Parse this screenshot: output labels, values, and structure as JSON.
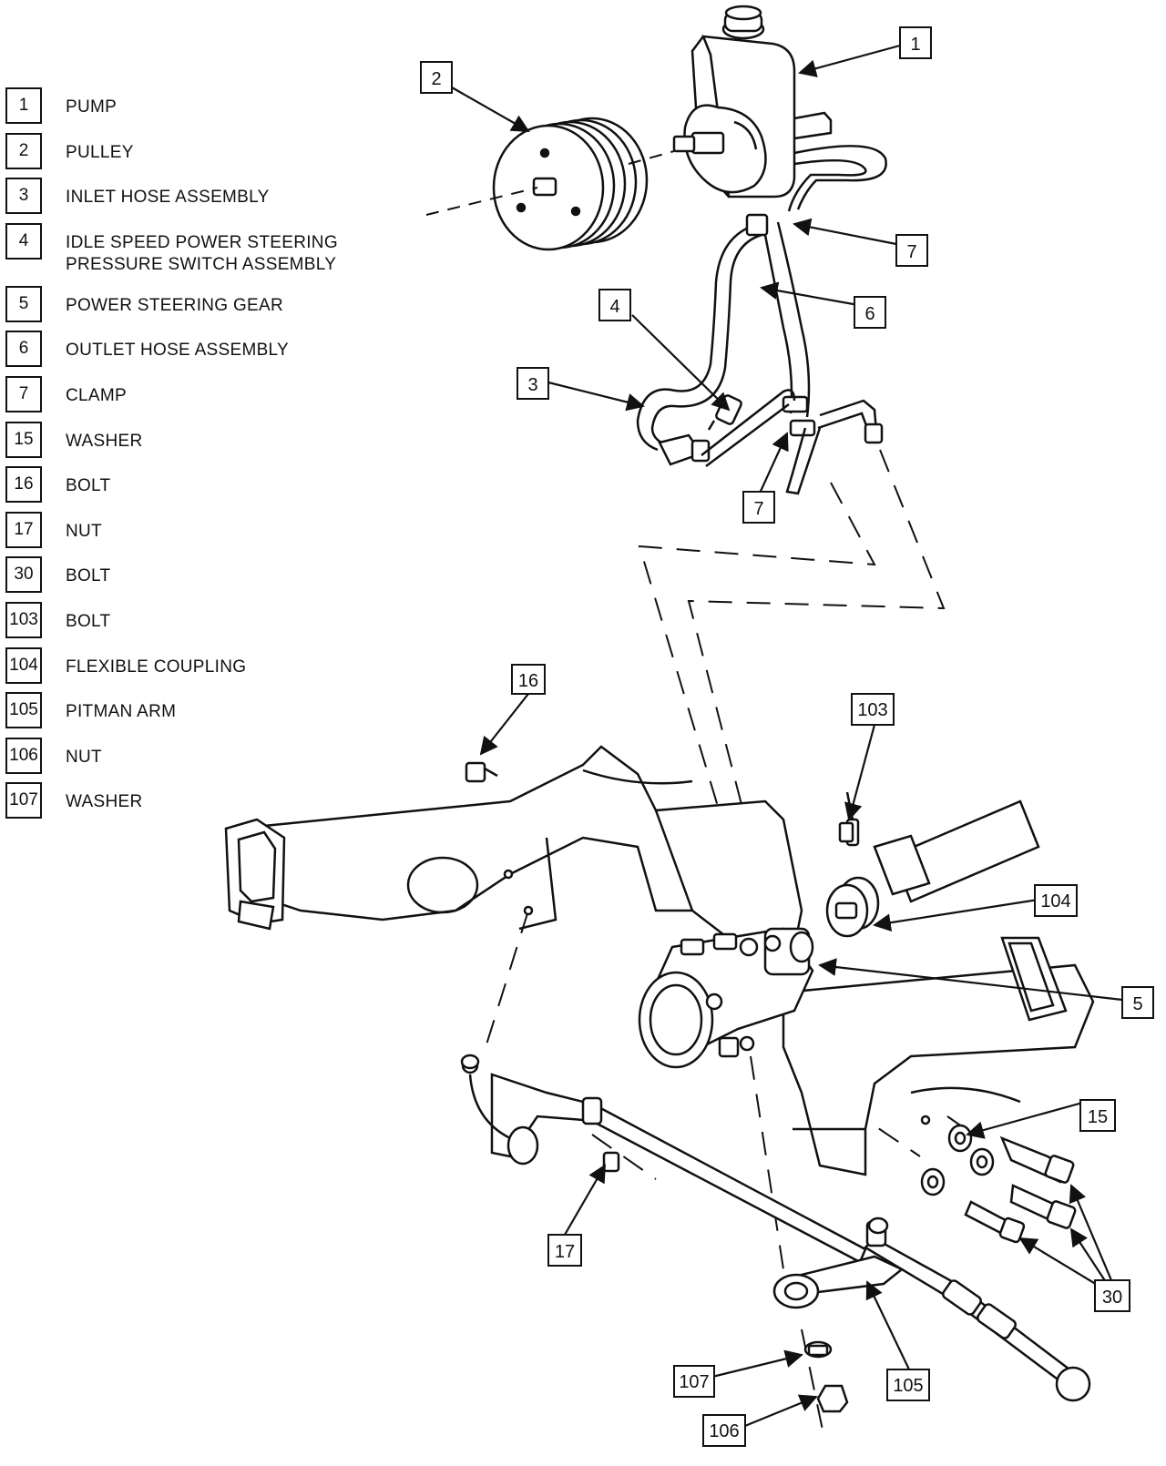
{
  "legend": [
    {
      "num": "1",
      "text": "PUMP"
    },
    {
      "num": "2",
      "text": "PULLEY"
    },
    {
      "num": "3",
      "text": "INLET HOSE ASSEMBLY"
    },
    {
      "num": "4",
      "text": "IDLE SPEED POWER STEERING\nPRESSURE SWITCH ASSEMBLY"
    },
    {
      "num": "5",
      "text": "POWER STEERING GEAR"
    },
    {
      "num": "6",
      "text": "OUTLET HOSE ASSEMBLY"
    },
    {
      "num": "7",
      "text": "CLAMP"
    },
    {
      "num": "15",
      "text": "WASHER"
    },
    {
      "num": "16",
      "text": "BOLT"
    },
    {
      "num": "17",
      "text": "NUT"
    },
    {
      "num": "30",
      "text": "BOLT"
    },
    {
      "num": "103",
      "text": "BOLT"
    },
    {
      "num": "104",
      "text": "FLEXIBLE COUPLING"
    },
    {
      "num": "105",
      "text": "PITMAN ARM"
    },
    {
      "num": "106",
      "text": "NUT"
    },
    {
      "num": "107",
      "text": "WASHER"
    }
  ],
  "callouts": {
    "c1": "1",
    "c2": "2",
    "c3": "3",
    "c4": "4",
    "c5": "5",
    "c6": "6",
    "c7a": "7",
    "c7b": "7",
    "c15": "15",
    "c16": "16",
    "c17": "17",
    "c30": "30",
    "c103": "103",
    "c104": "104",
    "c105": "105",
    "c106": "106",
    "c107": "107"
  }
}
